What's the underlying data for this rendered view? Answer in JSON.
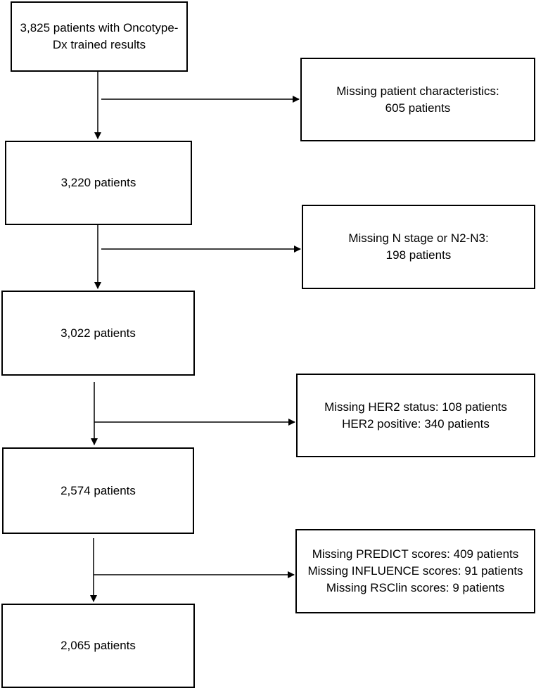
{
  "flowchart": {
    "main_steps": [
      {
        "lines": [
          "3,825 patients with Oncotype-",
          "Dx trained results"
        ]
      },
      {
        "lines": [
          "3,220 patients"
        ]
      },
      {
        "lines": [
          "3,022 patients"
        ]
      },
      {
        "lines": [
          "2,574 patients"
        ]
      },
      {
        "lines": [
          "2,065 patients"
        ]
      }
    ],
    "exclusions": [
      {
        "lines": [
          "Missing patient characteristics:",
          "605 patients"
        ]
      },
      {
        "lines": [
          "Missing N stage or N2-N3:",
          "198 patients"
        ]
      },
      {
        "lines": [
          "Missing HER2 status: 108 patients",
          "HER2 positive: 340 patients"
        ]
      },
      {
        "lines": [
          "Missing PREDICT scores: 409 patients",
          "Missing INFLUENCE scores: 91 patients",
          "Missing RSClin scores: 9 patients"
        ]
      }
    ]
  }
}
